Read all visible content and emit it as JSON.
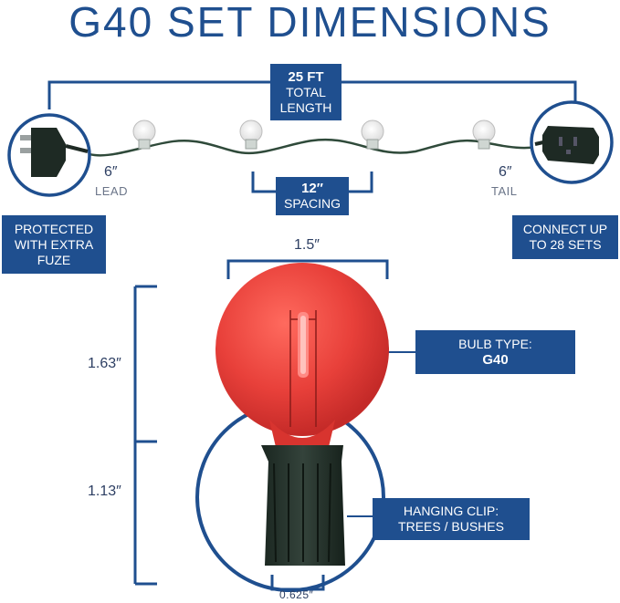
{
  "title": "G40 SET DIMENSIONS",
  "total_length": {
    "line1": "25 FT",
    "line2": "TOTAL",
    "line3": "LENGTH"
  },
  "spacing": {
    "line1": "12″",
    "line2": "SPACING"
  },
  "lead": {
    "value": "6″",
    "label": "LEAD"
  },
  "tail": {
    "value": "6″",
    "label": "TAIL"
  },
  "protected": {
    "line1": "PROTECTED",
    "line2": "WITH EXTRA",
    "line3": "FUZE"
  },
  "connect": {
    "line1": "CONNECT UP",
    "line2": "TO 28 SETS"
  },
  "bulb_width": "1.5″",
  "bulb_height": "1.63″",
  "base_height": "1.13″",
  "base_width": "0.625″",
  "bulb_type": {
    "line1": "BULB TYPE:",
    "line2": "G40"
  },
  "hanging_clip": {
    "line1": "HANGING CLIP:",
    "line2": "TREES / BUSHES"
  },
  "colors": {
    "brand": "#1f4f8f",
    "bulb": "#e23b3b",
    "base": "#1e2a24"
  }
}
